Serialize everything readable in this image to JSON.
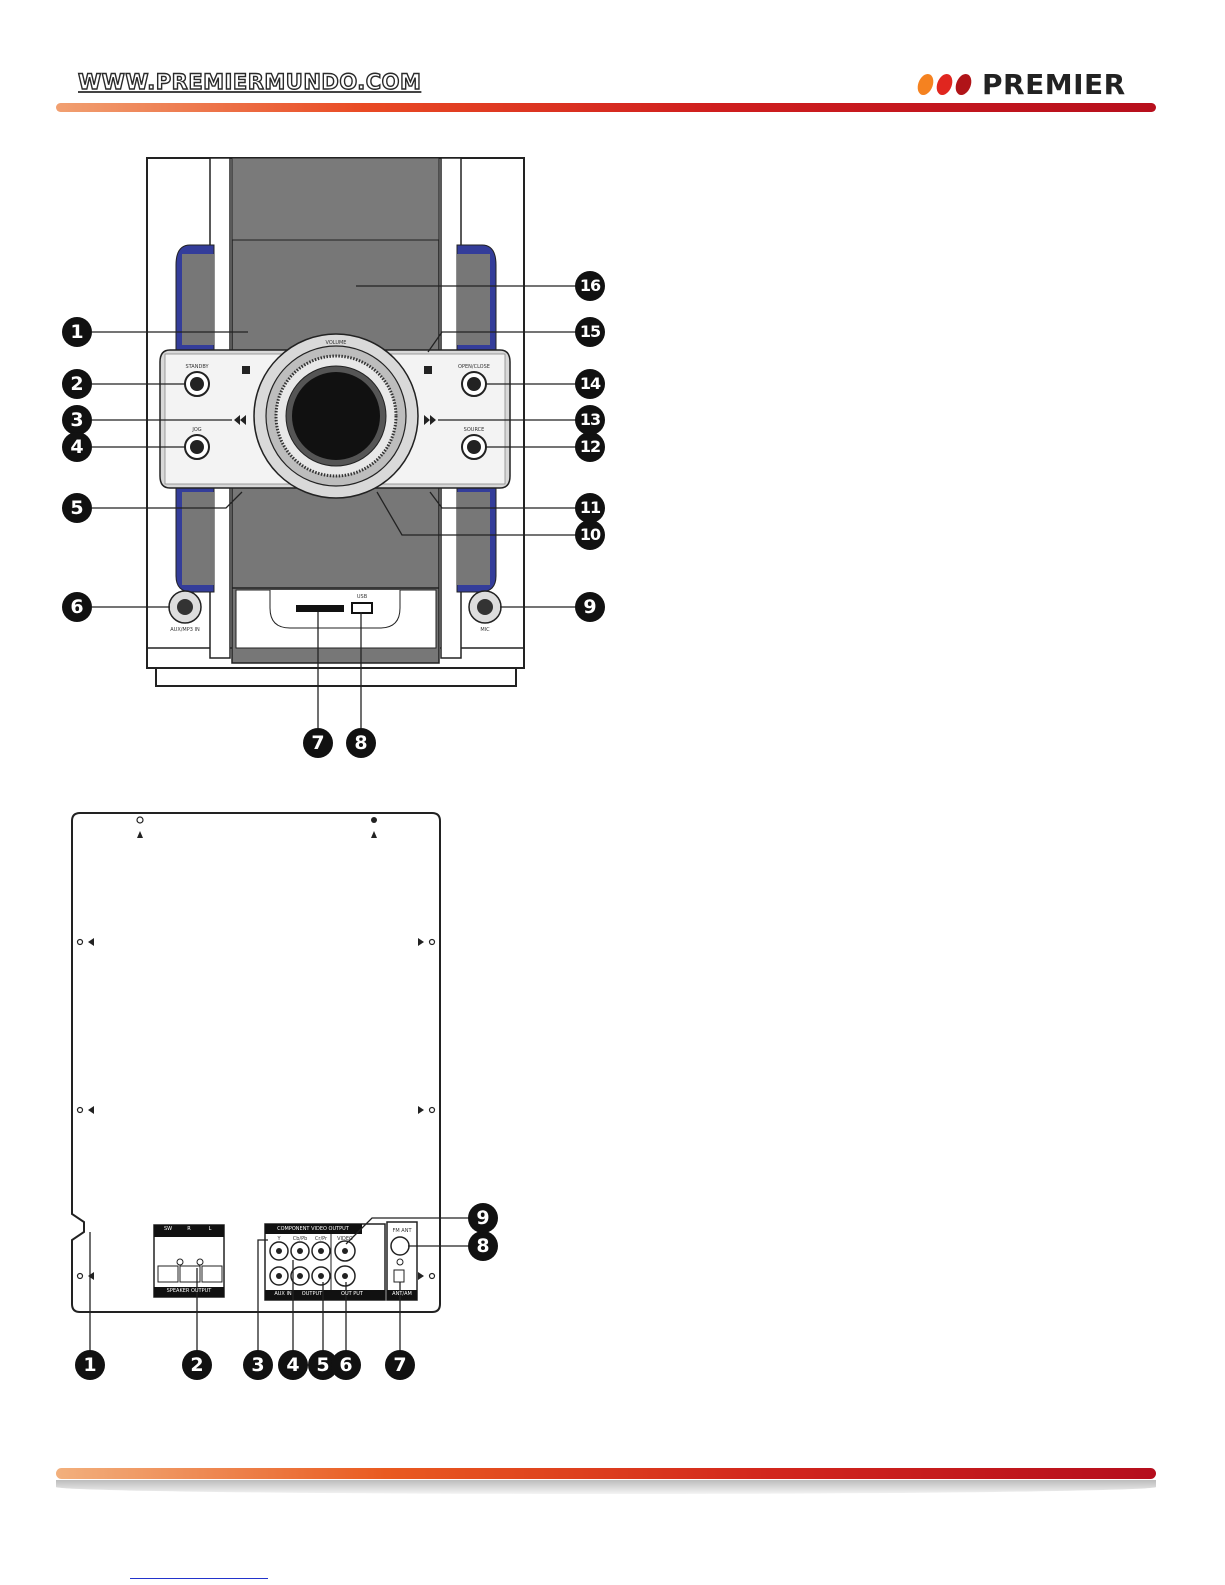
{
  "header": {
    "site_url": "WWW.PREMIERMUNDO.COM",
    "brand": "PREMIER",
    "logo_dot_colors": [
      "#f58220",
      "#e0261f",
      "#b01418"
    ],
    "accent_gradient": [
      "#f1a071",
      "#e94a24",
      "#b70f1d"
    ]
  },
  "front_panel": {
    "callouts": [
      "1",
      "2",
      "3",
      "4",
      "5",
      "6",
      "7",
      "8",
      "9",
      "10",
      "11",
      "12",
      "13",
      "14",
      "15",
      "16"
    ],
    "labels": {
      "standby": "STANDBY",
      "jog": "JOG",
      "volume": "VOLUME",
      "open_close": "OPEN/CLOSE",
      "source": "SOURCE",
      "aux_in": "AUX/MP3 IN",
      "mic": "MIC",
      "usb": "USB"
    },
    "glow_color": "#2a3aa8"
  },
  "rear_panel": {
    "callouts": [
      "1",
      "2",
      "3",
      "4",
      "5",
      "6",
      "7",
      "8",
      "9"
    ],
    "labels": {
      "component_video": "COMPONENT VIDEO OUTPUT",
      "y": "Y",
      "cb": "Cb/Pb",
      "cr": "Cr/Pr",
      "video": "VIDEO",
      "aux_in": "AUX IN",
      "output": "OUTPUT",
      "out_put": "OUT PUT",
      "fm_ant": "FM ANT",
      "am_ant": "ANT/AM",
      "speaker": "SPEAKER OUTPUT",
      "sw": "SW",
      "r": "R",
      "l": "L"
    }
  }
}
